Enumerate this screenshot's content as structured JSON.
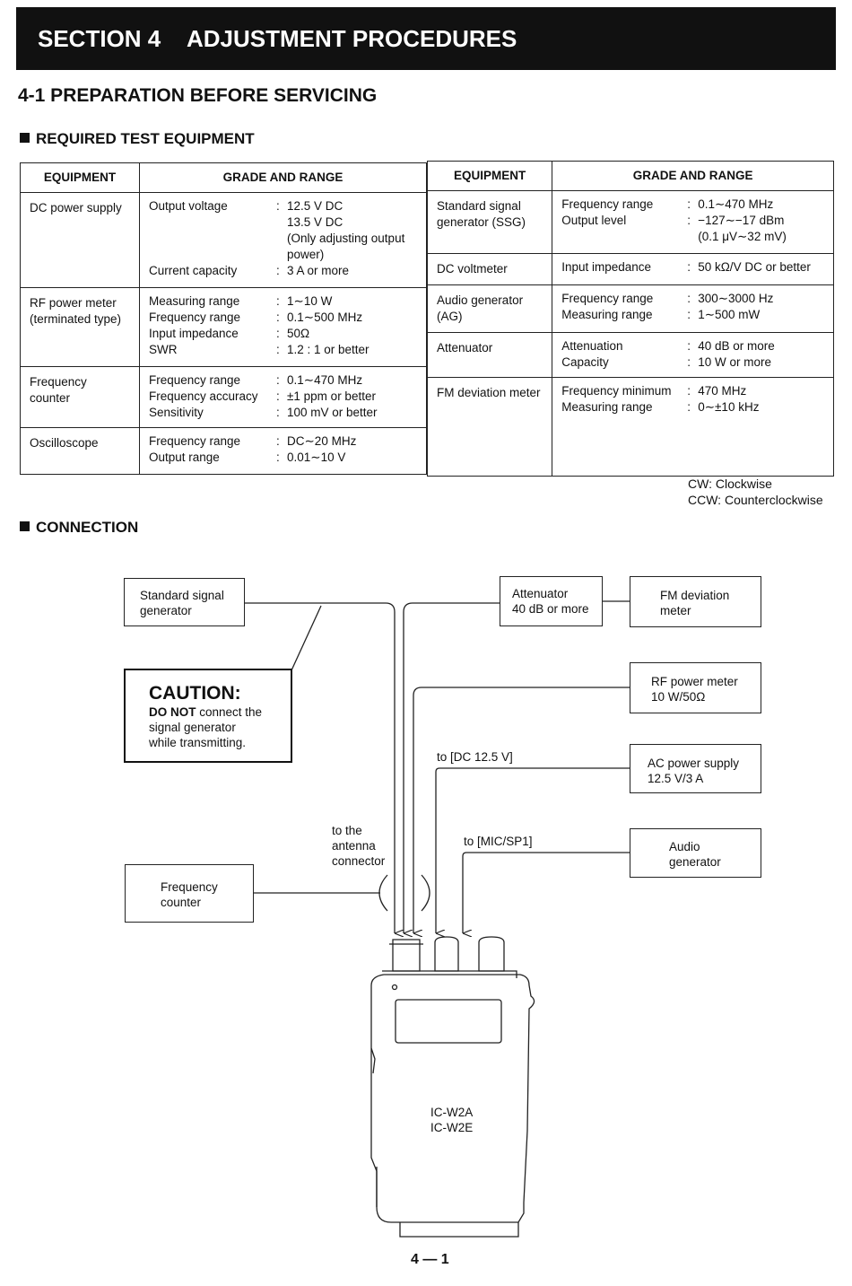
{
  "header": {
    "section": "SECTION 4",
    "title": "ADJUSTMENT PROCEDURES"
  },
  "subsection_title": "4-1 PREPARATION BEFORE SERVICING",
  "equipment_heading": "REQUIRED TEST EQUIPMENT",
  "table": {
    "col_equipment": "EQUIPMENT",
    "col_grade": "GRADE AND RANGE",
    "left": {
      "dc": {
        "name": "DC power supply",
        "r1": {
          "label": "Output voltage",
          "sep": ":",
          "value": "12.5 V DC"
        },
        "r2": "13.5 V DC",
        "r3": "(Only adjusting output power)",
        "r4": {
          "label": "Current capacity",
          "sep": ":",
          "value": "3 A or more"
        }
      },
      "rf": {
        "name": "RF power meter (terminated type)",
        "r1": {
          "label": "Measuring range",
          "sep": ":",
          "value": "1∼10 W"
        },
        "r2": {
          "label": "Frequency range",
          "sep": ":",
          "value": "0.1∼500 MHz"
        },
        "r3": {
          "label": "Input impedance",
          "sep": ":",
          "value": "50Ω"
        },
        "r4": {
          "label": "SWR",
          "sep": ":",
          "value": "1.2 : 1 or better"
        }
      },
      "fc": {
        "name": "Frequency counter",
        "r1": {
          "label": "Frequency range",
          "sep": ":",
          "value": "0.1∼470 MHz"
        },
        "r2": {
          "label": "Frequency accuracy",
          "sep": ":",
          "value": "±1 ppm or better"
        },
        "r3": {
          "label": "Sensitivity",
          "sep": ":",
          "value": "100 mV or better"
        }
      },
      "osc": {
        "name": "Oscilloscope",
        "r1": {
          "label": "Frequency range",
          "sep": ":",
          "value": "DC∼20 MHz"
        },
        "r2": {
          "label": "Output range",
          "sep": ":",
          "value": "0.01∼10 V"
        }
      }
    },
    "right": {
      "ssg": {
        "name": "Standard signal generator (SSG)",
        "r1": {
          "label": "Frequency range",
          "sep": ":",
          "value": "0.1∼470 MHz"
        },
        "r2": {
          "label": "Output level",
          "sep": ":",
          "value": "−127∼−17 dBm"
        },
        "r3": "(0.1 μV∼32 mV)"
      },
      "dcv": {
        "name": "DC voltmeter",
        "r1": {
          "label": "Input impedance",
          "sep": ":",
          "value": "50 kΩ/V DC or better"
        }
      },
      "ag": {
        "name": "Audio generator (AG)",
        "r1": {
          "label": "Frequency range",
          "sep": ":",
          "value": "300∼3000 Hz"
        },
        "r2": {
          "label": "Measuring range",
          "sep": ":",
          "value": "1∼500 mW"
        }
      },
      "att": {
        "name": "Attenuator",
        "r1": {
          "label": "Attenuation",
          "sep": ":",
          "value": "40 dB or more"
        },
        "r2": {
          "label": "Capacity",
          "sep": ":",
          "value": "10 W or more"
        }
      },
      "fm": {
        "name": "FM deviation meter",
        "r1": {
          "label": "Frequency minimum",
          "sep": ":",
          "value": "470 MHz"
        },
        "r2": {
          "label": "Measuring range",
          "sep": ":",
          "value": "0∼±10 kHz"
        }
      }
    }
  },
  "notes": {
    "cw": "CW: Clockwise",
    "ccw": "CCW: Counterclockwise"
  },
  "connection_heading": "CONNECTION",
  "diagram": {
    "ssg_line1": "Standard signal",
    "ssg_line2": "generator",
    "att_line1": "Attenuator",
    "att_line2": "40 dB or more",
    "fm_line1": "FM deviation",
    "fm_line2": "meter",
    "caution_title": "CAUTION:",
    "caution_bold": "DO NOT",
    "caution_rest1": " connect the",
    "caution_line2": "signal generator",
    "caution_line3": "while transmitting.",
    "rf_line1": "RF power meter",
    "rf_line2": "10 W/50Ω",
    "ac_line1": "AC power supply",
    "ac_line2": "12.5 V/3 A",
    "dc_label": "to [DC 12.5 V]",
    "ant_line1": "to the",
    "ant_line2": "antenna",
    "ant_line3": "connector",
    "mic_label": "to [MIC/SP1]",
    "ag_line1": "Audio",
    "ag_line2": "generator",
    "fc_line1": "Frequency",
    "fc_line2": "counter",
    "radio_line1": "IC-W2A",
    "radio_line2": "IC-W2E"
  },
  "page_number": "4 — 1"
}
